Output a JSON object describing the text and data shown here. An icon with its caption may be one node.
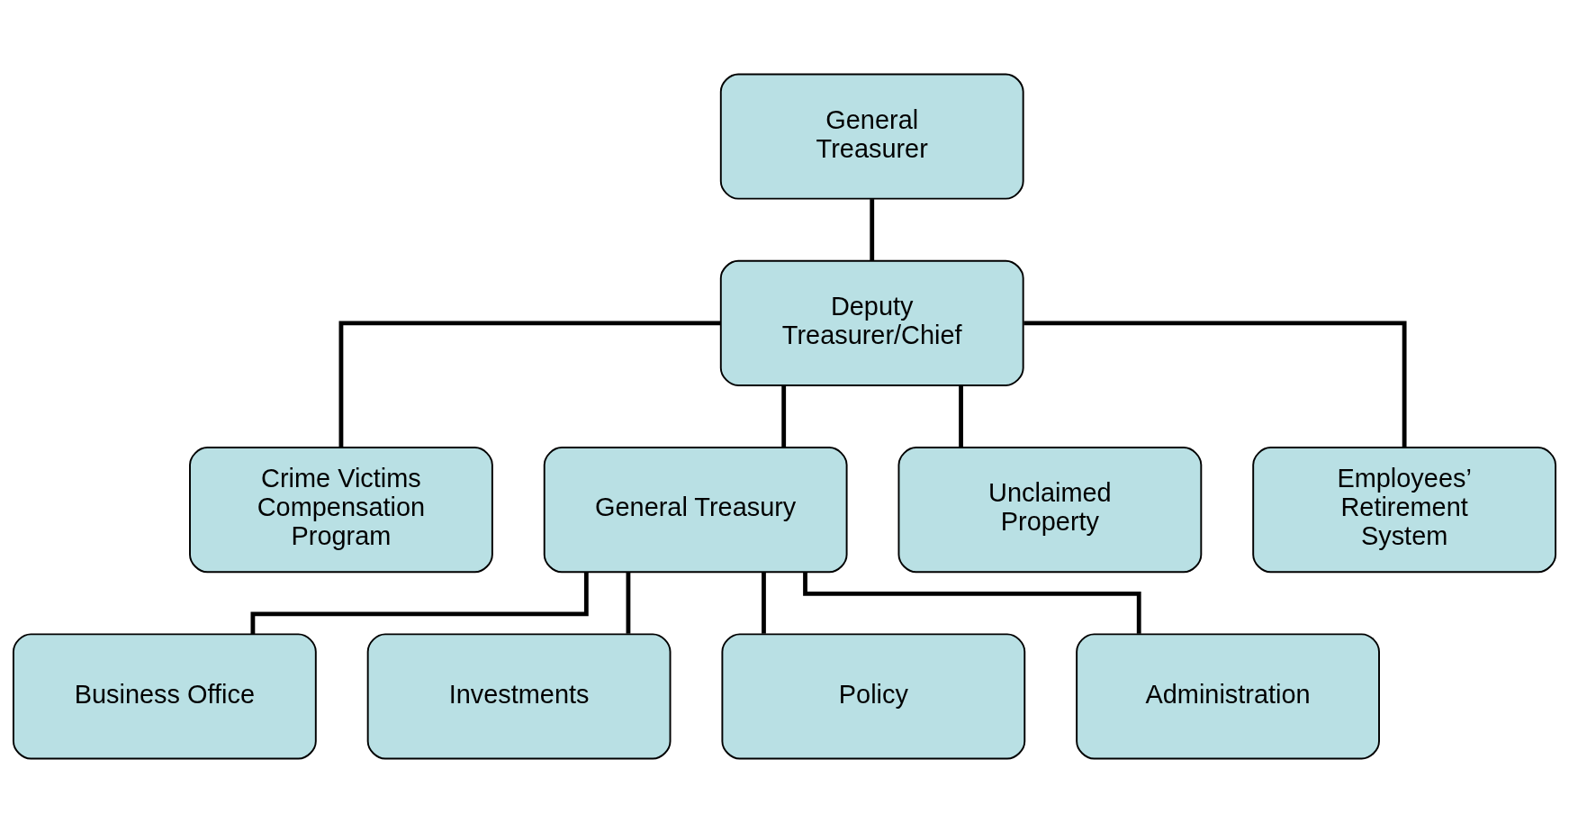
{
  "diagram": {
    "nodes": [
      {
        "text": [
          "General Treasurer"
        ]
      },
      {
        "text": [
          "Deputy Treasurer/Chief"
        ]
      },
      {
        "text": [
          "Crime Victims Compensation Program"
        ]
      },
      {
        "text": [
          "General Treasury"
        ]
      },
      {
        "text": [
          "Unclaimed Property"
        ]
      },
      {
        "text": [
          "Employees’ Retirement System"
        ]
      },
      {
        "text": [
          "Business Office"
        ]
      },
      {
        "text": [
          "Investments"
        ]
      },
      {
        "text": [
          "Policy"
        ]
      },
      {
        "text": [
          "Administration"
        ]
      }
    ],
    "edges": [
      {
        "from": 0,
        "to": 1,
        "arrow": "none"
      },
      {
        "from": 1,
        "to": 2,
        "arrow": "none"
      },
      {
        "from": 1,
        "to": 3,
        "arrow": "none"
      },
      {
        "from": 1,
        "to": 4,
        "arrow": "none"
      },
      {
        "from": 1,
        "to": 5,
        "arrow": "none"
      },
      {
        "from": 3,
        "to": 6,
        "arrow": "none"
      },
      {
        "from": 3,
        "to": 7,
        "arrow": "none"
      },
      {
        "from": 3,
        "to": 8,
        "arrow": "none"
      },
      {
        "from": 3,
        "to": 9,
        "arrow": "none"
      }
    ]
  }
}
